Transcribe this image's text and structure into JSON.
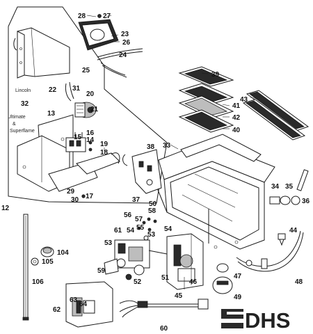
{
  "diagram": {
    "notes": [
      "Lincoln",
      "Ultimate",
      "&",
      "Superflame"
    ],
    "part_numbers": [
      "12",
      "13",
      "14",
      "15",
      "16",
      "17",
      "18",
      "19",
      "20",
      "21",
      "22",
      "23",
      "24",
      "25",
      "26",
      "27",
      "28",
      "29",
      "30",
      "31",
      "32",
      "33",
      "34",
      "35",
      "36",
      "37",
      "38",
      "39",
      "40",
      "41",
      "42",
      "43",
      "44",
      "45",
      "46",
      "47",
      "48",
      "49",
      "50",
      "51",
      "52",
      "53",
      "54",
      "55",
      "56",
      "57",
      "58",
      "59",
      "60",
      "61",
      "62",
      "63",
      "64",
      "104",
      "105",
      "106"
    ]
  },
  "logo": {
    "text": "DHS"
  },
  "colors": {
    "ink": "#1a1a1a",
    "background": "#ffffff",
    "logo": "#222222"
  }
}
